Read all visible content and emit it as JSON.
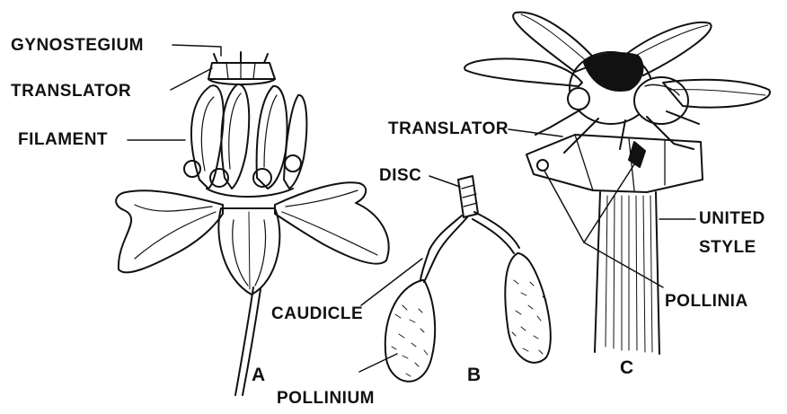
{
  "labels": {
    "gynostegium": "GYNOSTEGIUM",
    "translator_a": "TRANSLATOR",
    "filament": "FILAMENT",
    "translator_b": "TRANSLATOR",
    "disc": "DISC",
    "caudicle": "CAUDICLE",
    "pollinium": "POLLINIUM",
    "united": "UNITED",
    "style": "STYLE",
    "pollinia": "POLLINIA"
  },
  "panels": {
    "a": "A",
    "b": "B",
    "c": "C"
  },
  "colors": {
    "ink": "#111111",
    "paper": "#ffffff"
  }
}
